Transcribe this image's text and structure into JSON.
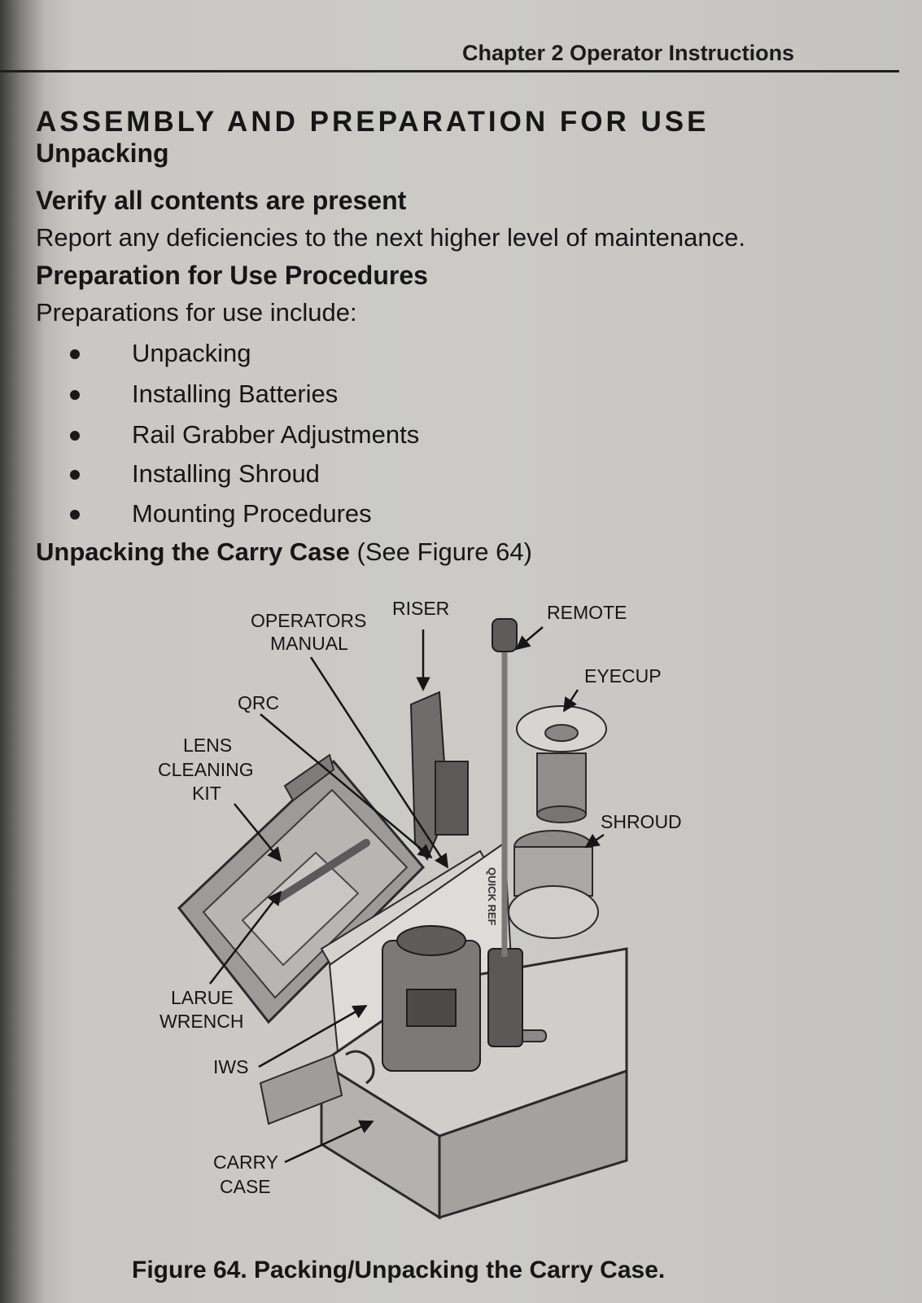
{
  "header": {
    "chapter_title": "Chapter 2  Operator Instructions"
  },
  "section": {
    "title": "ASSEMBLY AND PREPARATION FOR USE",
    "subtitle": "Unpacking",
    "verify_heading": "Verify all contents are present",
    "report_text": "Report any deficiencies to the next higher level of maintenance.",
    "procedures_heading": "Preparation for Use Procedures",
    "intro_text": "Preparations for use include:",
    "bullets": [
      "Unpacking",
      "Installing Batteries",
      "Rail Grabber Adjustments",
      "Installing Shroud",
      "Mounting Procedures"
    ],
    "carry_case_heading": "Unpacking the Carry Case",
    "carry_case_ref": " (See Figure 64)"
  },
  "figure": {
    "labels": {
      "riser": "RISER",
      "remote": "REMOTE",
      "operators_1": "OPERATORS",
      "operators_2": "MANUAL",
      "eyecup": "EYECUP",
      "qrc": "QRC",
      "lens_1": "LENS",
      "lens_2": "CLEANING",
      "lens_3": "KIT",
      "shroud": "SHROUD",
      "larue_1": "LARUE",
      "larue_2": "WRENCH",
      "iws": "IWS",
      "case_1": "CARRY",
      "case_2": "CASE",
      "qrc_text": "QUICK REF"
    },
    "caption": "Figure 64. Packing/Unpacking the Carry Case."
  }
}
